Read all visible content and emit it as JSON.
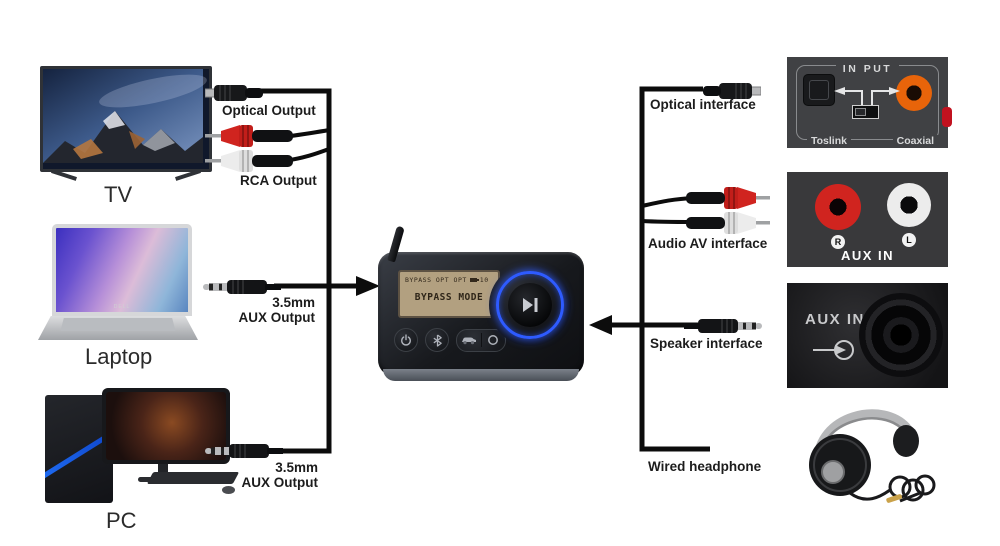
{
  "sources": [
    {
      "label": "TV"
    },
    {
      "label": "Laptop",
      "brand": "DELL"
    },
    {
      "label": "PC"
    }
  ],
  "outputs": [
    {
      "label": "Optical Output"
    },
    {
      "label": "RCA Output"
    },
    {
      "line1": "3.5mm",
      "line2": "AUX Output"
    },
    {
      "line1": "3.5mm",
      "line2": "AUX Output"
    }
  ],
  "device": {
    "display": {
      "status": "BYPASS OPT OPT",
      "battery_level": "10",
      "mode": "BYPASS MODE"
    }
  },
  "interfaces": [
    {
      "label": "Optical interface"
    },
    {
      "label": "Audio AV interface"
    },
    {
      "label": "Speaker interface"
    },
    {
      "label": "Wired headphone"
    }
  ],
  "panels": {
    "digital_input": {
      "title": "IN PUT",
      "ports": [
        "Toslink",
        "Coaxial"
      ]
    },
    "rca_aux": {
      "title": "AUX IN",
      "channel_right": "R",
      "channel_left": "L"
    },
    "jack_aux": {
      "title": "AUX IN"
    }
  },
  "icons": {
    "power": "power arc with vertical bar",
    "bluetooth": "bluetooth rune",
    "mode_car": "car silhouette",
    "loop": "circle outline",
    "play_pause": "triangle with bar",
    "input_arrow": "arrow entering circle",
    "switch_arrows": "split arrows to Toslink and Coaxial",
    "battery": "battery glyph"
  },
  "colors": {
    "wire": "#0c0c0c",
    "label_text": "#1c1c1c",
    "rca_red": "#d0241f",
    "coaxial_orange": "#e8640a",
    "display_bg": "#b2a080",
    "blue_ring": "#2e5bff",
    "panel_dark": "#404144",
    "panel_darker": "#141416"
  }
}
